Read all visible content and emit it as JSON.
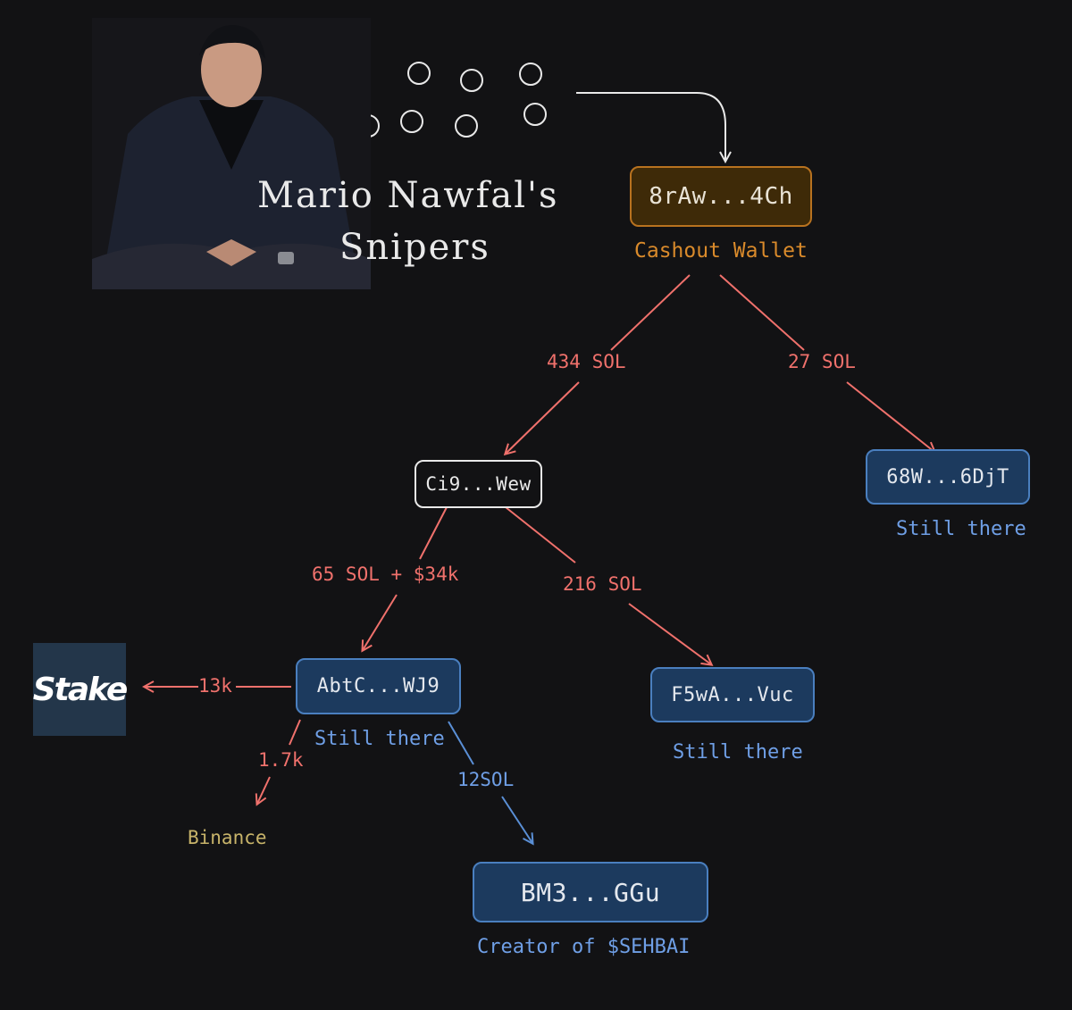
{
  "title": {
    "line1": "Mario Nawfal's",
    "line2": "Snipers"
  },
  "nodes": {
    "cashout": {
      "address": "8rAw...4Ch",
      "caption": "Cashout Wallet"
    },
    "ci9": {
      "address": "Ci9...Wew"
    },
    "w68": {
      "address": "68W...6DjT",
      "caption": "Still there"
    },
    "abtc": {
      "address": "AbtC...WJ9",
      "caption": "Still there"
    },
    "f5wa": {
      "address": "F5wA...Vuc",
      "caption": "Still there"
    },
    "bm3": {
      "address": "BM3...GGu",
      "caption": "Creator of $SEHBAI"
    },
    "binance": {
      "label": "Binance"
    },
    "stake": {
      "label": "Stake"
    }
  },
  "edges": {
    "e434": "434 SOL",
    "e27": "27 SOL",
    "e65": "65 SOL + $34k",
    "e216": "216 SOL",
    "e13k": "13k",
    "e17k": "1.7k",
    "e12": "12SOL"
  },
  "colors": {
    "background": "#121214",
    "edge_red": "#f0716c",
    "edge_blue": "#5a8fd6",
    "node_blue": "#1c3a5e",
    "cashout_fill": "#3e2a08",
    "cashout_text": "#d98a2b",
    "binance_text": "#c8b46a"
  }
}
